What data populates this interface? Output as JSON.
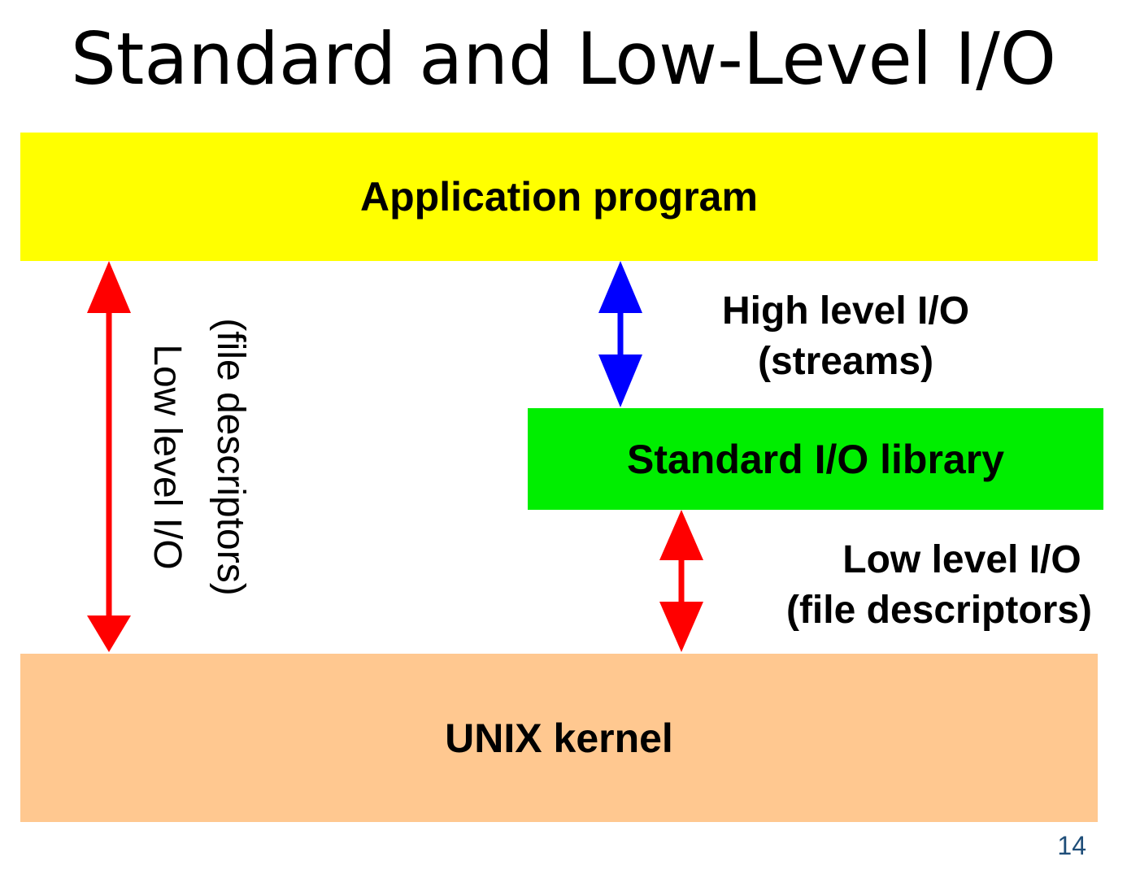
{
  "title": "Standard and Low-Level I/O",
  "boxes": {
    "application": "Application program",
    "stdio_library": "Standard I/O library",
    "kernel": "UNIX kernel"
  },
  "labels": {
    "high_level_line1": "High level I/O",
    "high_level_line2": "(streams)",
    "low_level_right_line1": "Low level I/O",
    "low_level_right_line2": "(file descriptors)",
    "low_level_left_line1": "(file descriptors)",
    "low_level_left_line2": "Low level I/O"
  },
  "colors": {
    "application_box": "#ffff00",
    "stdio_box": "#00ee00",
    "kernel_box": "#ffc890",
    "low_level_arrow": "#ff0000",
    "high_level_arrow": "#0000ff",
    "page_number": "#1f4e79"
  },
  "page_number": "14"
}
